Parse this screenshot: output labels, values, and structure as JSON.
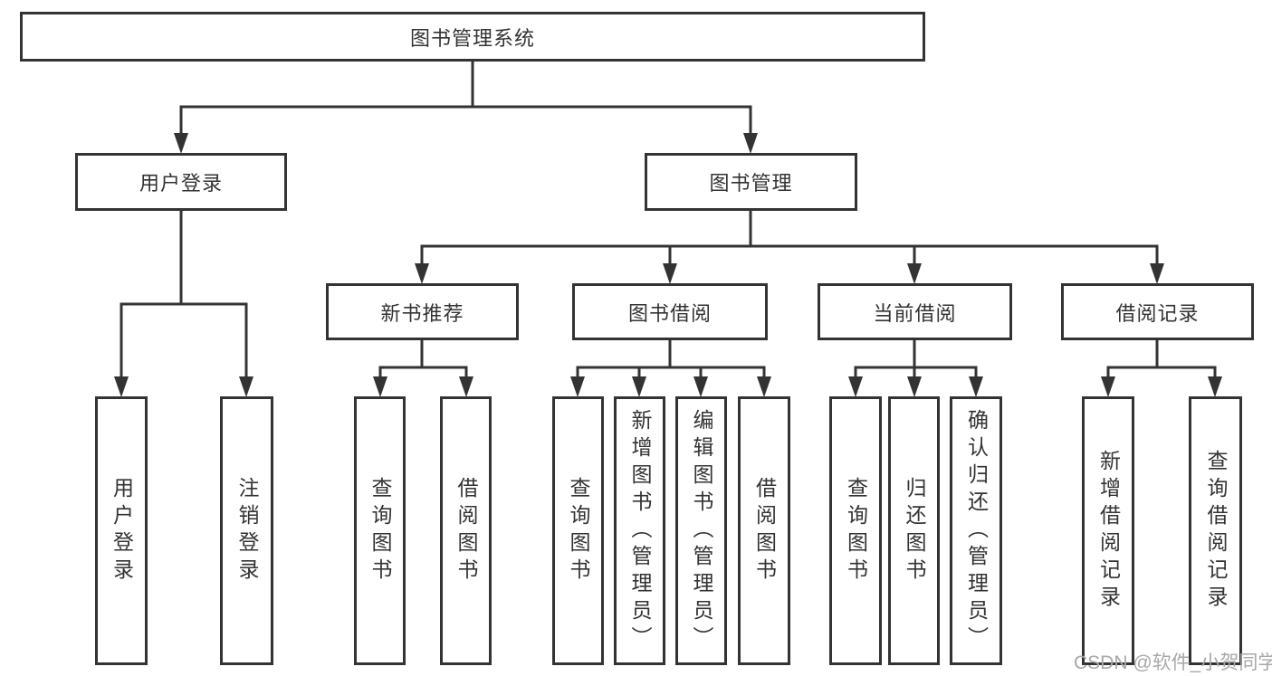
{
  "diagram": {
    "root": {
      "label": "图书管理系统"
    },
    "branches": [
      {
        "label": "用户登录",
        "children": [
          "用户登录",
          "注销登录"
        ]
      },
      {
        "label": "图书管理",
        "sections": [
          {
            "label": "新书推荐",
            "children": [
              "查询图书",
              "借阅图书"
            ]
          },
          {
            "label": "图书借阅",
            "children": [
              "查询图书",
              "新增图书（管理员）",
              "编辑图书（管理员）",
              "借阅图书"
            ]
          },
          {
            "label": "当前借阅",
            "children": [
              "查询图书",
              "归还图书",
              "确认归还（管理员）"
            ]
          },
          {
            "label": "借阅记录",
            "children": [
              "新增借阅记录",
              "查询借阅记录"
            ]
          }
        ]
      }
    ]
  },
  "watermark": "CSDN @软件_小贺同学",
  "colors": {
    "line": "#333333",
    "text": "#333333",
    "box_background": "#ffffff",
    "page_background": "#ffffff",
    "watermark": "#a8a8a8"
  }
}
